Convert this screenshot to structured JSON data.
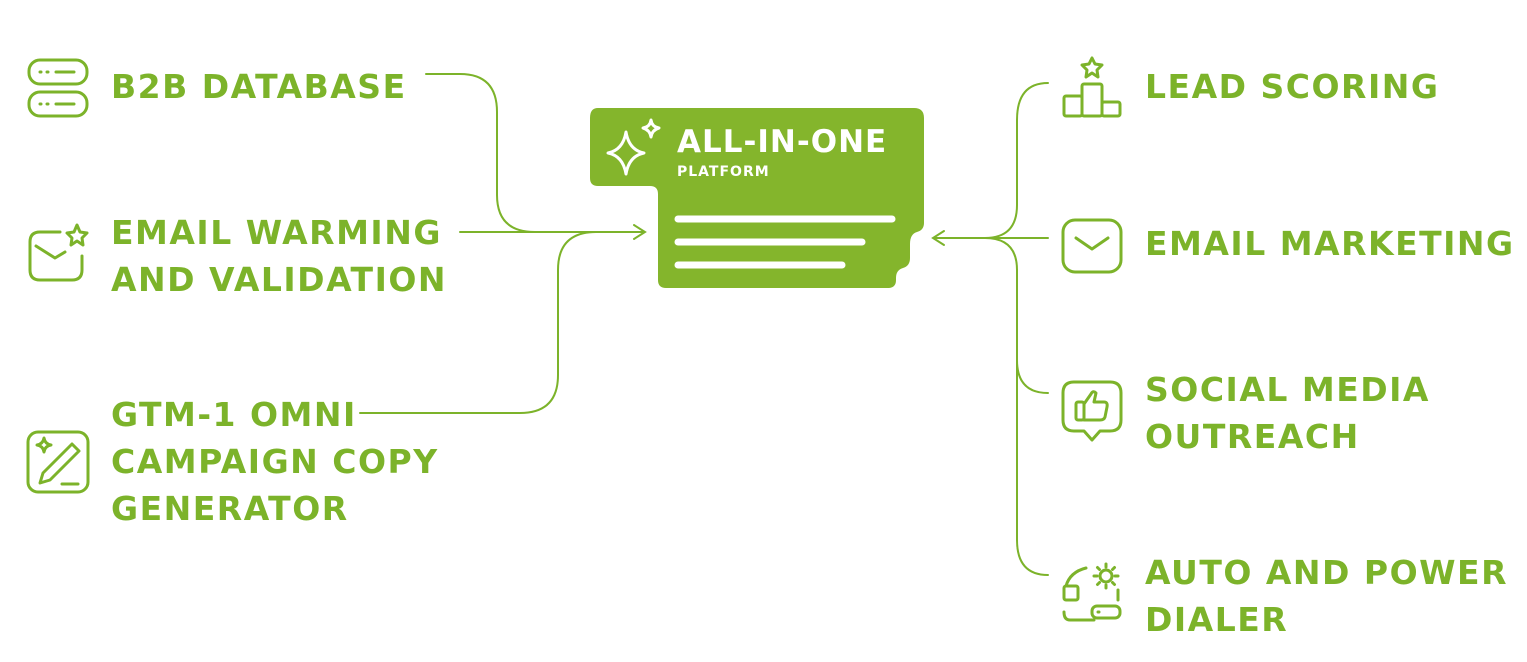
{
  "colors": {
    "accent": "#7cb32a",
    "hub_fill": "#84b52c",
    "background": "#ffffff"
  },
  "hub": {
    "title": "ALL-IN-ONE",
    "subtitle": "PLATFORM",
    "icon": "sparkles-icon"
  },
  "left_nodes": [
    {
      "lines": [
        "B2B DATABASE"
      ],
      "icon": "database-server-icon"
    },
    {
      "lines": [
        "EMAIL WARMING",
        "AND VALIDATION"
      ],
      "icon": "envelope-star-icon"
    },
    {
      "lines": [
        "GTM-1 OMNI",
        "CAMPAIGN COPY",
        "GENERATOR"
      ],
      "icon": "pencil-sparkle-icon"
    }
  ],
  "right_nodes": [
    {
      "lines": [
        "LEAD SCORING"
      ],
      "icon": "podium-star-icon"
    },
    {
      "lines": [
        "EMAIL MARKETING"
      ],
      "icon": "envelope-icon"
    },
    {
      "lines": [
        "SOCIAL MEDIA",
        "OUTREACH"
      ],
      "icon": "thumbs-up-bubble-icon"
    },
    {
      "lines": [
        "AUTO AND POWER",
        "DIALER"
      ],
      "icon": "dialer-gear-icon"
    }
  ]
}
